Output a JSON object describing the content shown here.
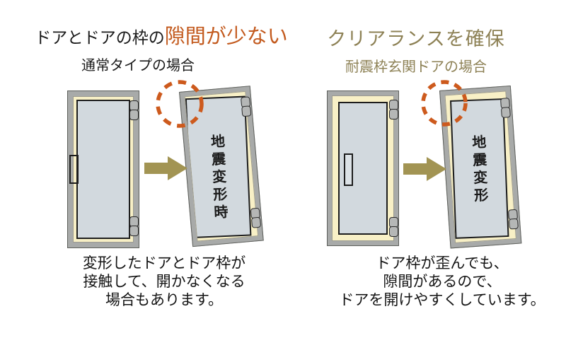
{
  "colors": {
    "accent_orange": "#c35a1e",
    "accent_gold": "#8d8155",
    "arrow_khaki": "#a29453",
    "circle_orange": "#cd5a1d",
    "frame_gray": "#a8aaa9",
    "clearance_cream": "#f8f0c6",
    "door_panel_blue": "#d2d9de"
  },
  "icons": {
    "arrow": "block-arrow-right",
    "marker": "dashed-circle-highlight"
  },
  "left": {
    "title_plain": "ドアとドアの枠の",
    "title_accent": "隙間が少ない",
    "subtitle": "通常タイプの場合",
    "door_label": "地震変形時",
    "desc": [
      "変形したドアとドア枠が",
      "接触して、開かなくなる",
      "場合もあります。"
    ]
  },
  "right": {
    "title": "クリアランスを確保",
    "subtitle": "耐震枠玄関ドアの場合",
    "door_label": "地震変形",
    "desc": [
      "ドア枠が歪んでも、",
      "隙間があるので、",
      "ドアを開けやすくしています。"
    ]
  }
}
